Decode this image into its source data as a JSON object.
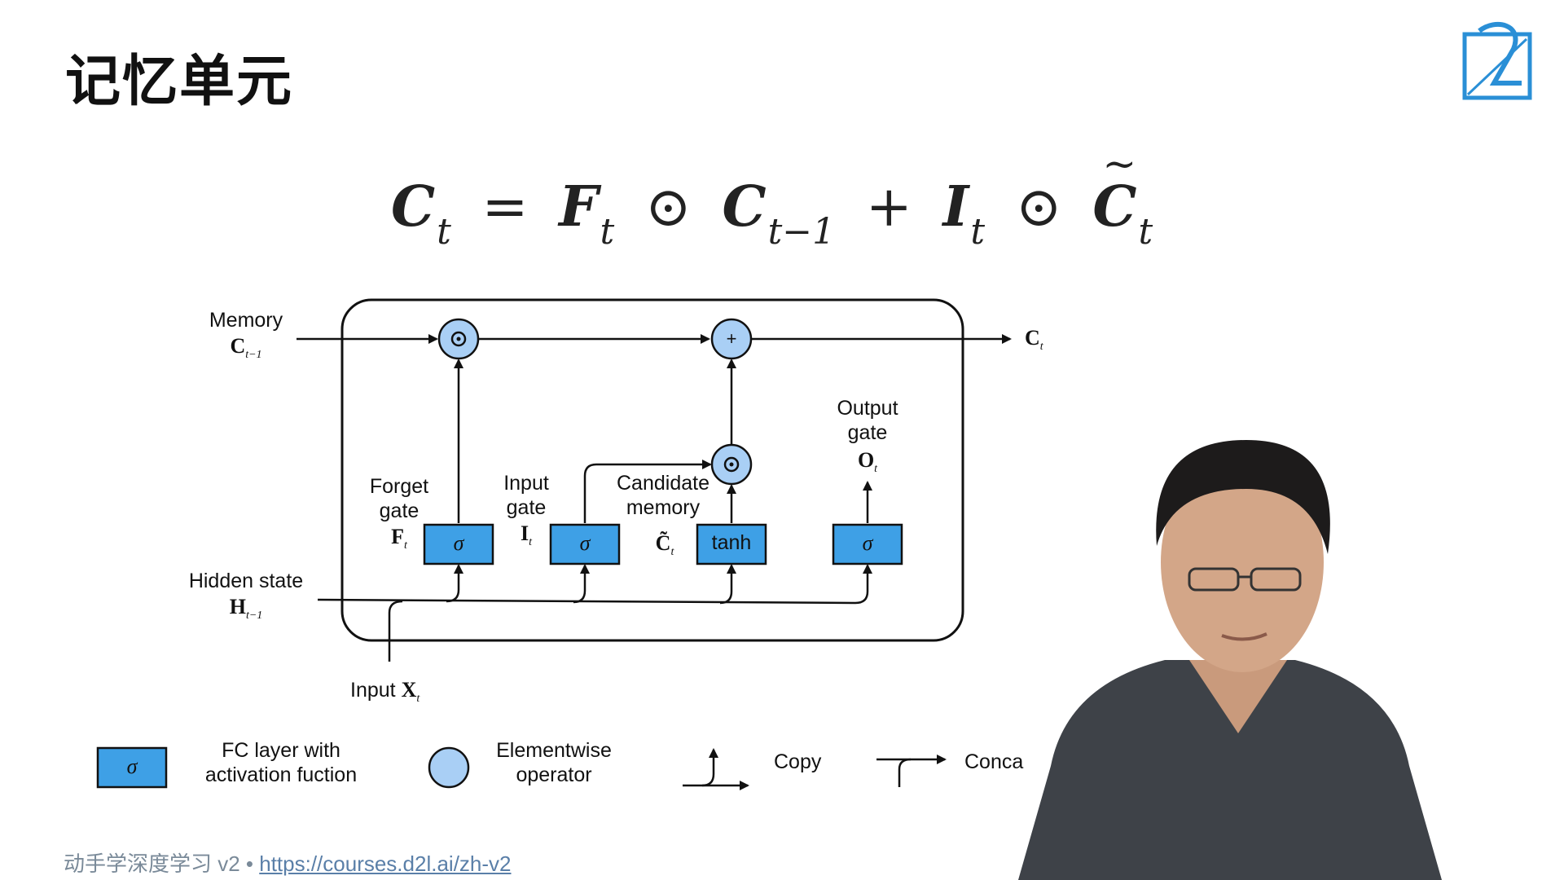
{
  "slide": {
    "title": "记忆单元"
  },
  "equation": {
    "lhs": "C",
    "lhs_sub": "t",
    "equals": "=",
    "f": "F",
    "f_sub": "t",
    "odot": "⊙",
    "c_prev": "C",
    "c_prev_sub": "t−1",
    "plus": "+",
    "i": "I",
    "i_sub": "t",
    "c_tilde": "C",
    "c_tilde_sub": "t"
  },
  "diagram": {
    "memory_label": "Memory",
    "memory_sym": "C",
    "memory_sub": "t−1",
    "output_sym": "C",
    "output_sub": "t",
    "forget_label_1": "Forget",
    "forget_label_2": "gate",
    "forget_sym": "F",
    "forget_sub": "t",
    "input_gate_label_1": "Input",
    "input_gate_label_2": "gate",
    "input_gate_sym": "I",
    "input_gate_sub": "t",
    "candidate_label_1": "Candidate",
    "candidate_label_2": "memory",
    "candidate_sym": "C̃",
    "candidate_sub": "t",
    "output_gate_label_1": "Output",
    "output_gate_label_2": "gate",
    "output_gate_sym": "O",
    "output_gate_sub": "t",
    "hidden_label": "Hidden state",
    "hidden_sym": "H",
    "hidden_sub": "t−1",
    "input_label": "Input",
    "input_sym": "X",
    "input_sub": "t",
    "sigma": "σ",
    "tanh": "tanh",
    "odot": "⊙",
    "plus": "+"
  },
  "legend": {
    "fc_symbol": "σ",
    "fc_line1": "FC layer with",
    "fc_line2": "activation fuction",
    "elem_line1": "Elementwise",
    "elem_line2": "operator",
    "copy": "Copy",
    "concat": "Conca"
  },
  "footer": {
    "course": "动手学深度学习 v2 • ",
    "link": "https://courses.d2l.ai/zh-v2"
  },
  "colors": {
    "box_fill": "#3ea0e6",
    "circle_fill": "#a9cff5",
    "logo_blue": "#2a8fd6",
    "footer_gray": "#7a8a99"
  },
  "icons": {
    "logo": "d2l-logo-icon"
  }
}
